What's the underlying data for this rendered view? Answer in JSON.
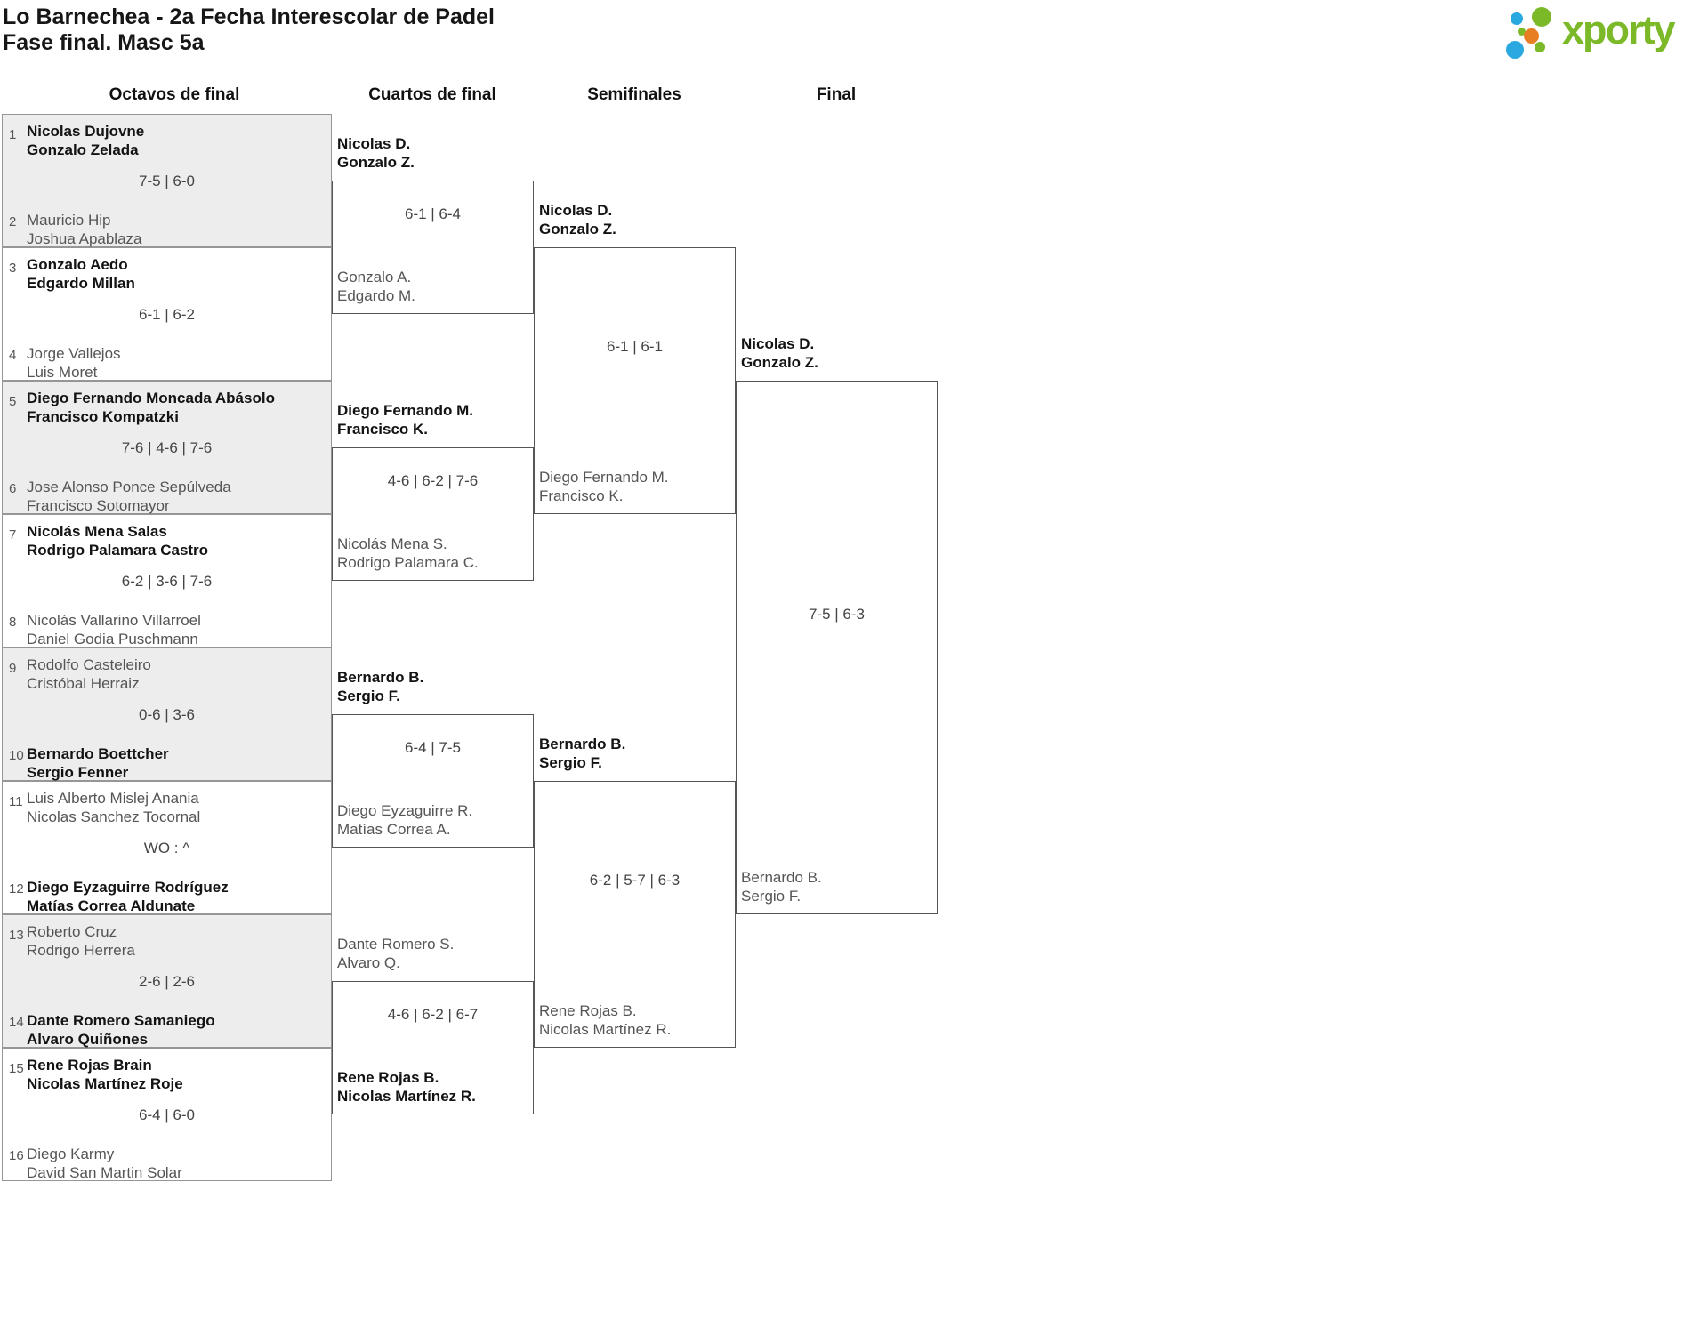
{
  "page": {
    "title_line1": "Lo Barnechea - 2a Fecha Interescolar de Padel",
    "title_line2": "Fase final. Masc 5a"
  },
  "logo": {
    "text": "xporty"
  },
  "colors": {
    "logo_green": "#7cb929",
    "logo_blue": "#2aa9e0",
    "logo_orange": "#e87e23",
    "winner_text": "#131313",
    "loser_text": "#555555",
    "block_fill": "#ededed"
  },
  "rounds": {
    "r16": "Octavos de final",
    "qf": "Cuartos de final",
    "sf": "Semifinales",
    "f": "Final"
  },
  "octavos": [
    {
      "seed_a": "1",
      "team_a1": "Nicolas Dujovne",
      "team_a2": "Gonzalo Zelada",
      "winner": "a",
      "score": "7-5 | 6-0",
      "seed_b": "2",
      "team_b1": "Mauricio Hip",
      "team_b2": "Joshua Apablaza"
    },
    {
      "seed_a": "3",
      "team_a1": "Gonzalo Aedo",
      "team_a2": "Edgardo Millan",
      "winner": "a",
      "score": "6-1 | 6-2",
      "seed_b": "4",
      "team_b1": "Jorge Vallejos",
      "team_b2": "Luis Moret"
    },
    {
      "seed_a": "5",
      "team_a1": "Diego Fernando Moncada Abásolo",
      "team_a2": "Francisco Kompatzki",
      "winner": "a",
      "score": "7-6 | 4-6 | 7-6",
      "seed_b": "6",
      "team_b1": "Jose Alonso Ponce Sepúlveda",
      "team_b2": "Francisco Sotomayor"
    },
    {
      "seed_a": "7",
      "team_a1": "Nicolás Mena Salas",
      "team_a2": "Rodrigo Palamara Castro",
      "winner": "a",
      "score": "6-2 | 3-6 | 7-6",
      "seed_b": "8",
      "team_b1": "Nicolás Vallarino Villarroel",
      "team_b2": "Daniel Godia Puschmann"
    },
    {
      "seed_a": "9",
      "team_a1": "Rodolfo Casteleiro",
      "team_a2": "Cristóbal Herraiz",
      "winner": "b",
      "score": "0-6 | 3-6",
      "seed_b": "10",
      "team_b1": "Bernardo Boettcher",
      "team_b2": "Sergio Fenner"
    },
    {
      "seed_a": "11",
      "team_a1": "Luis Alberto Mislej Anania",
      "team_a2": "Nicolas Sanchez Tocornal",
      "winner": "b",
      "score": "WO : ^",
      "seed_b": "12",
      "team_b1": "Diego Eyzaguirre Rodríguez",
      "team_b2": "Matías Correa Aldunate"
    },
    {
      "seed_a": "13",
      "team_a1": "Roberto Cruz",
      "team_a2": "Rodrigo Herrera",
      "winner": "b",
      "score": "2-6 | 2-6",
      "seed_b": "14",
      "team_b1": "Dante Romero Samaniego",
      "team_b2": "Alvaro Quiñones"
    },
    {
      "seed_a": "15",
      "team_a1": "Rene Rojas Brain",
      "team_a2": "Nicolas Martínez Roje",
      "winner": "a",
      "score": "6-4 | 6-0",
      "seed_b": "16",
      "team_b1": "Diego Karmy",
      "team_b2": "David San Martin Solar"
    }
  ],
  "cuartos": [
    {
      "team_a1": "Nicolas D.",
      "team_a2": "Gonzalo Z.",
      "winner": "a",
      "score": "6-1 | 6-4",
      "team_b1": "Gonzalo A.",
      "team_b2": "Edgardo M."
    },
    {
      "team_a1": "Diego Fernando M.",
      "team_a2": "Francisco K.",
      "winner": "a",
      "score": "4-6 | 6-2 | 7-6",
      "team_b1": "Nicolás Mena S.",
      "team_b2": "Rodrigo Palamara C."
    },
    {
      "team_a1": "Bernardo B.",
      "team_a2": "Sergio F.",
      "winner": "a",
      "score": "6-4 | 7-5",
      "team_b1": "Diego Eyzaguirre R.",
      "team_b2": "Matías Correa A."
    },
    {
      "team_a1": "Dante Romero S.",
      "team_a2": "Alvaro Q.",
      "winner": "b",
      "score": "4-6 | 6-2 | 6-7",
      "team_b1": "Rene Rojas B.",
      "team_b2": "Nicolas Martínez R."
    }
  ],
  "semifinales": [
    {
      "team_a1": "Nicolas D.",
      "team_a2": "Gonzalo Z.",
      "winner": "a",
      "score": "6-1 | 6-1",
      "team_b1": "Diego Fernando M.",
      "team_b2": "Francisco K."
    },
    {
      "team_a1": "Bernardo B.",
      "team_a2": "Sergio F.",
      "winner": "a",
      "score": "6-2 | 5-7 | 6-3",
      "team_b1": "Rene Rojas B.",
      "team_b2": "Nicolas Martínez R."
    }
  ],
  "final": {
    "team_a1": "Nicolas D.",
    "team_a2": "Gonzalo Z.",
    "winner": "a",
    "score": "7-5 | 6-3",
    "team_b1": "Bernardo B.",
    "team_b2": "Sergio F."
  }
}
